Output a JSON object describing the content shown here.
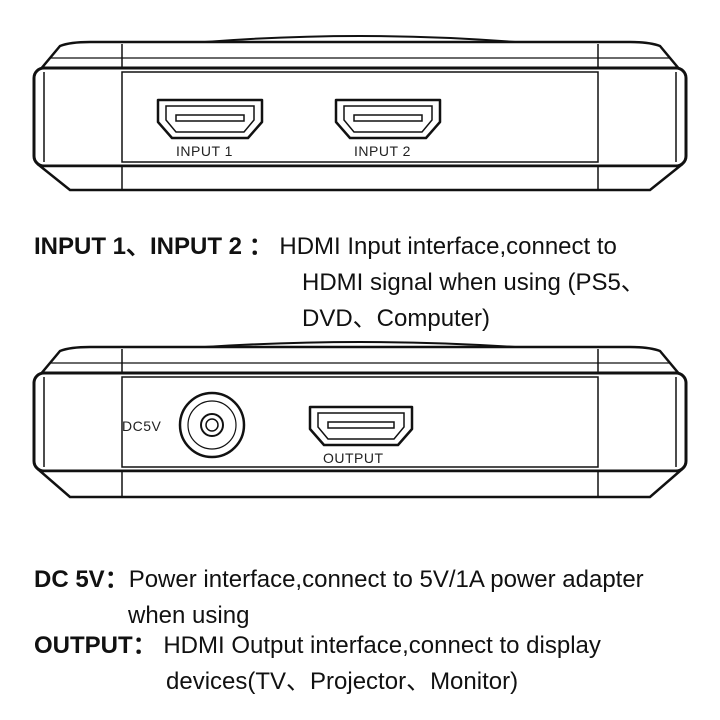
{
  "top_view": {
    "ports": [
      {
        "label": "INPUT 1"
      },
      {
        "label": "INPUT 2"
      }
    ]
  },
  "bottom_view": {
    "dc_label": "DC5V",
    "output_label": "OUTPUT"
  },
  "descriptions": {
    "input": {
      "term": "INPUT 1、INPUT 2 ：",
      "lines": [
        "HDMI Input interface,connect to",
        "HDMI signal when using (PS5、",
        "DVD、Computer)"
      ]
    },
    "dc": {
      "term": "DC 5V：",
      "lines": [
        "Power interface,connect to 5V/1A power adapter",
        "when using"
      ]
    },
    "output": {
      "term": "OUTPUT：",
      "lines": [
        "HDMI Output interface,connect to display",
        "devices(TV、Projector、Monitor)"
      ]
    }
  }
}
